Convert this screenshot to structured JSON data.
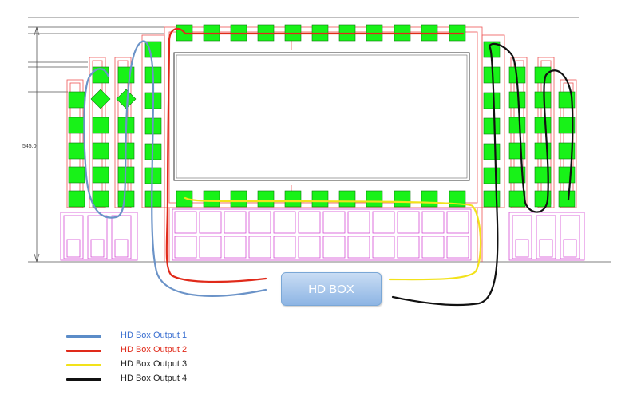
{
  "diagram": {
    "dimension_label": "545.0",
    "hd_box_label": "HD BOX"
  },
  "legend": [
    {
      "label": "HD Box Output 1",
      "line_color": "#5b8cc8",
      "text_color": "#3a6fd0"
    },
    {
      "label": "HD Box Output 2",
      "line_color": "#e02a1a",
      "text_color": "#e02a1a"
    },
    {
      "label": "HD Box Output 3",
      "line_color": "#f2e21a",
      "text_color": "#222222"
    },
    {
      "label": "HD Box Output 4",
      "line_color": "#111111",
      "text_color": "#222222"
    }
  ],
  "colors": {
    "panel_green": "#18f218",
    "outline_red": "#e33",
    "outline_pink": "#d44cd4",
    "frame_gray": "#444"
  }
}
